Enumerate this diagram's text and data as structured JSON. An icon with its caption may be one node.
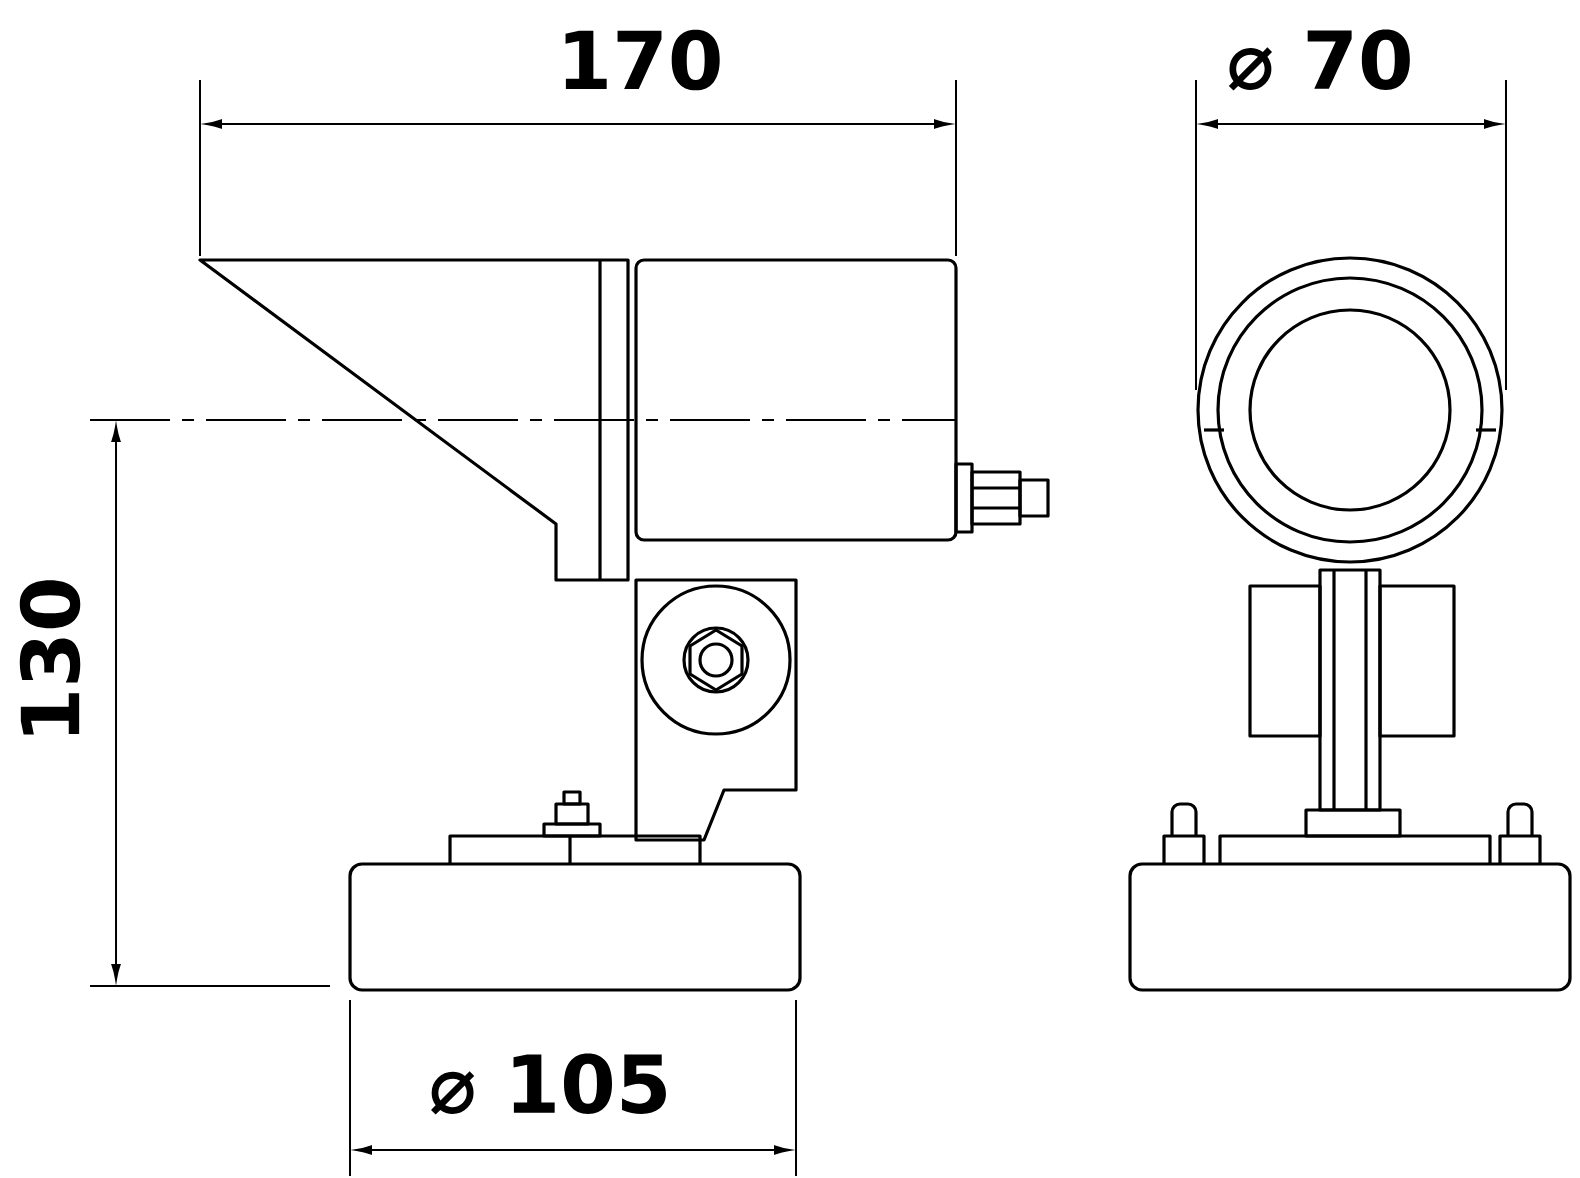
{
  "diagram": {
    "labels": [
      "170",
      "⌀ 70",
      "130",
      "⌀ 105"
    ]
  }
}
